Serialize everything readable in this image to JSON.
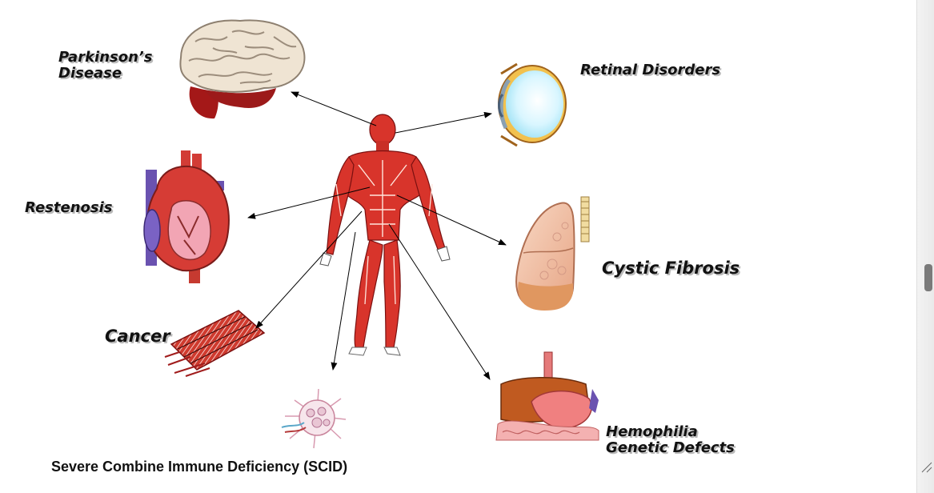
{
  "labels": {
    "parkinsons_line1": "Parkinson’s",
    "parkinsons_line2": "Disease",
    "retinal": "Retinal Disorders",
    "restenosis": "Restenosis",
    "cystic_fibrosis": "Cystic Fibrosis",
    "cancer": "Cancer",
    "scid": "Severe Combine Immune Deficiency (SCID)",
    "hemophilia": "Hemophilia",
    "genetic_defects": "Genetic Defects"
  },
  "colors": {
    "muscle": "#d8342b",
    "brain": "#efe4d3",
    "heart": "#d23c36",
    "lung": "#f3c4a8",
    "arrow": "#000000"
  }
}
